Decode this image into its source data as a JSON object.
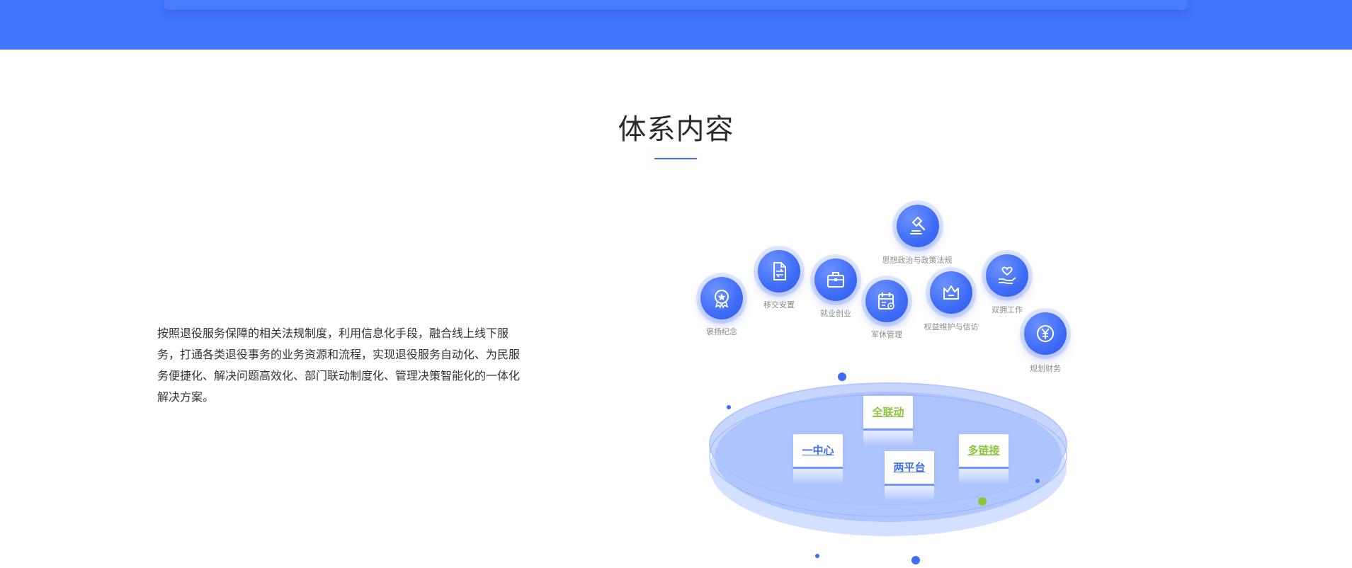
{
  "section": {
    "title": "体系内容",
    "description": "按照退役服务保障的相关法规制度，利用信息化手段，融合线上线下服务，打通各类退役事务的业务资源和流程，实现退役服务自动化、为民服务便捷化、解决问题高效化、部门联动制度化、管理决策智能化的一体化解决方案。"
  },
  "colors": {
    "brand_blue": "#4275fd",
    "accent_green": "#8cc63f",
    "card_blue_text": "#3d6ef5"
  },
  "diagram": {
    "nodes": [
      {
        "label": "褒扬纪念",
        "icon": "medal-icon"
      },
      {
        "label": "移交安置",
        "icon": "transfer-document-icon"
      },
      {
        "label": "就业创业",
        "icon": "briefcase-icon"
      },
      {
        "label": "军休管理",
        "icon": "calendar-gear-icon"
      },
      {
        "label": "思想政治与政策法规",
        "icon": "gavel-icon"
      },
      {
        "label": "权益维护与信访",
        "icon": "crown-icon"
      },
      {
        "label": "双拥工作",
        "icon": "heart-hand-icon"
      },
      {
        "label": "规划财务",
        "icon": "yuan-coin-icon"
      }
    ],
    "cards": [
      {
        "label": "全联动"
      },
      {
        "label": "一中心"
      },
      {
        "label": "两平台"
      },
      {
        "label": "多链接"
      }
    ]
  }
}
